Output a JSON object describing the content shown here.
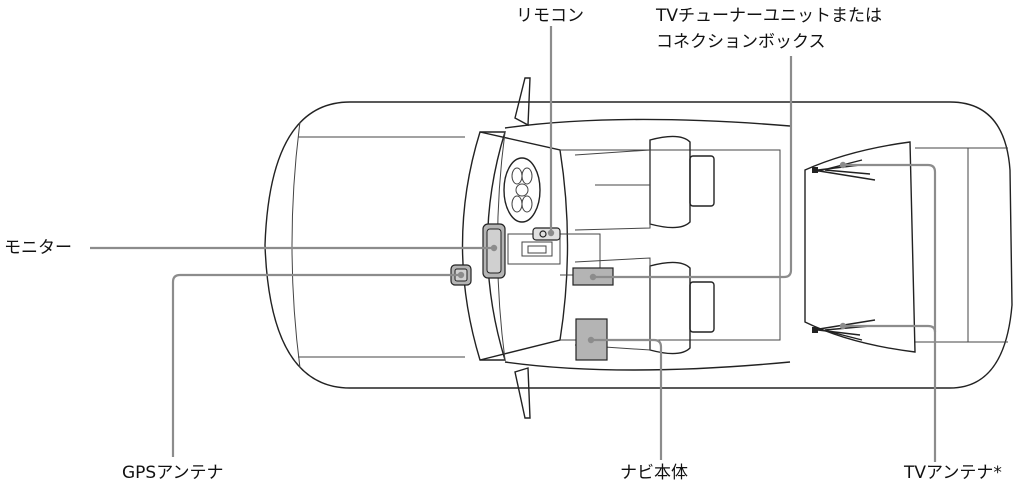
{
  "labels": {
    "remote": "リモコン",
    "tv_tuner_line1": "TVチューナーユニットまたは",
    "tv_tuner_line2": "コネクションボックス",
    "monitor": "モニター",
    "gps_antenna": "GPSアンテナ",
    "navi_unit": "ナビ本体",
    "tv_antenna": "TVアンテナ*"
  },
  "colors": {
    "leader": "#8c8c8c",
    "component_fill": "#b4b4b4",
    "outline": "#222222"
  }
}
